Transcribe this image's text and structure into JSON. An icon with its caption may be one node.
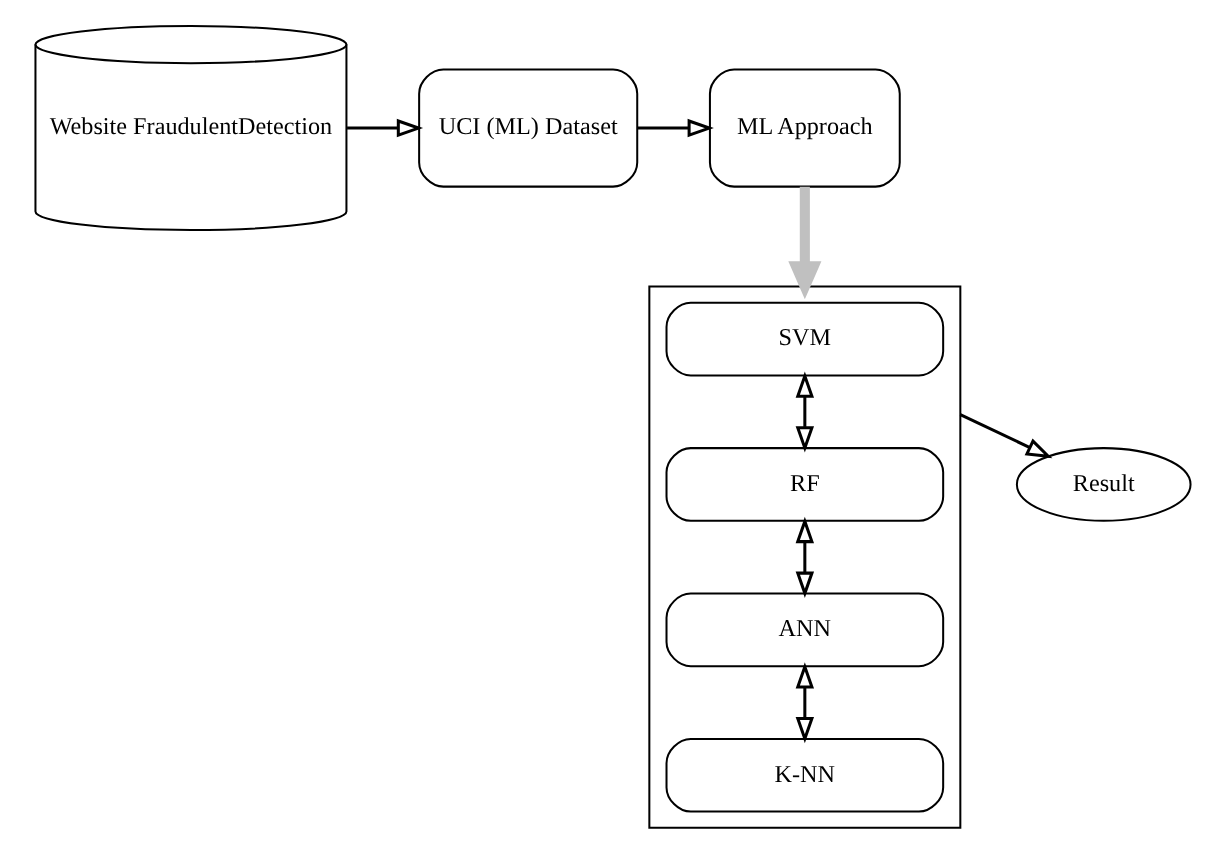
{
  "diagram": {
    "nodes": [
      {
        "text": [
          "Website FraudulentDetection"
        ]
      },
      {
        "text": [
          "UCI (ML) Dataset"
        ]
      },
      {
        "text": [
          "ML Approach"
        ]
      },
      {
        "text": [],
        "shape": "box"
      },
      {
        "text": [
          "SVM"
        ],
        "in": 3
      },
      {
        "text": [
          "RF"
        ],
        "in": 3
      },
      {
        "text": [
          "ANN"
        ],
        "in": 3
      },
      {
        "text": [
          "K-NN"
        ],
        "in": 3
      },
      {
        "text": [
          "Result"
        ]
      }
    ],
    "edges": [
      {
        "from": 0,
        "to": 1,
        "arrow": "to"
      },
      {
        "from": 1,
        "to": 2,
        "arrow": "to"
      },
      {
        "from": 2,
        "to": 3,
        "arrow": "to",
        "style": "thick",
        "color": "#c0c0c0"
      },
      {
        "from": 4,
        "to": 5,
        "arrow": "both"
      },
      {
        "from": 5,
        "to": 6,
        "arrow": "both"
      },
      {
        "from": 6,
        "to": 7,
        "arrow": "both"
      },
      {
        "from": 3,
        "to": 8,
        "arrow": "to"
      }
    ]
  }
}
